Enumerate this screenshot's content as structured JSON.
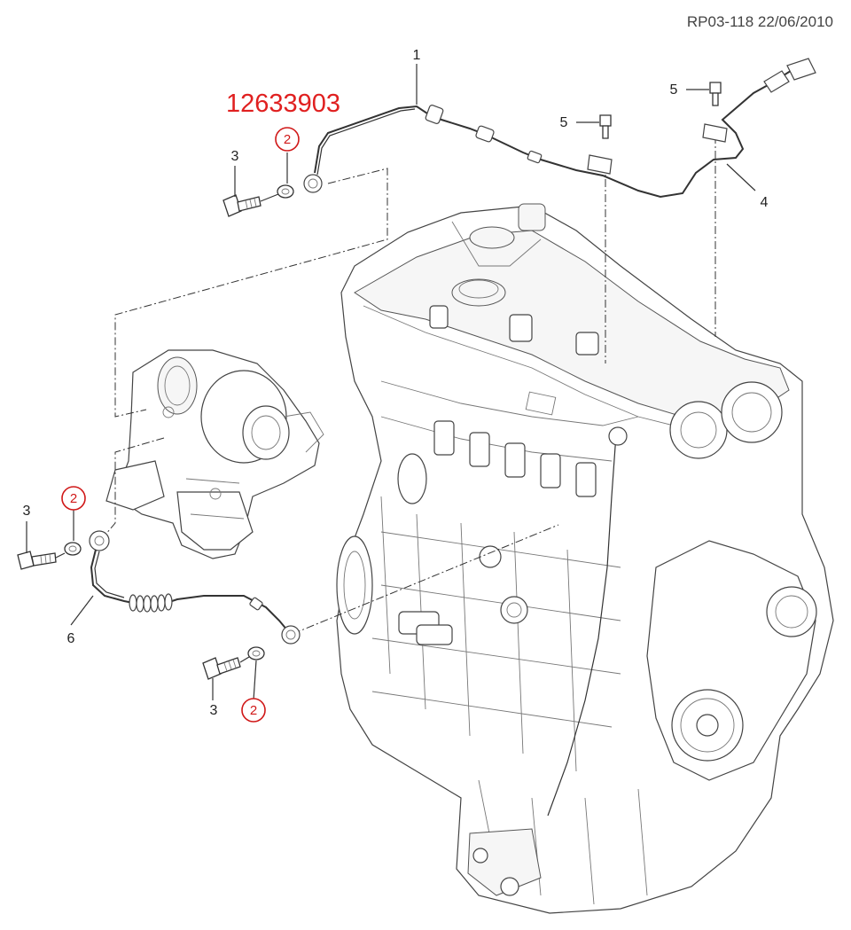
{
  "header": {
    "reference": "RP03-118 22/06/2010"
  },
  "highlight": {
    "part_number": "12633903",
    "accent_color": "#e02020"
  },
  "callouts": {
    "pipe_upper": "1",
    "washer_upper": "2",
    "bolt_upper": "3",
    "bracket_pipe": "4",
    "bolt_bracket_left": "5",
    "bolt_bracket_right": "5",
    "bolt_left": "3",
    "washer_left": "2",
    "pipe_lower": "6",
    "bolt_lower": "3",
    "washer_lower": "2"
  }
}
